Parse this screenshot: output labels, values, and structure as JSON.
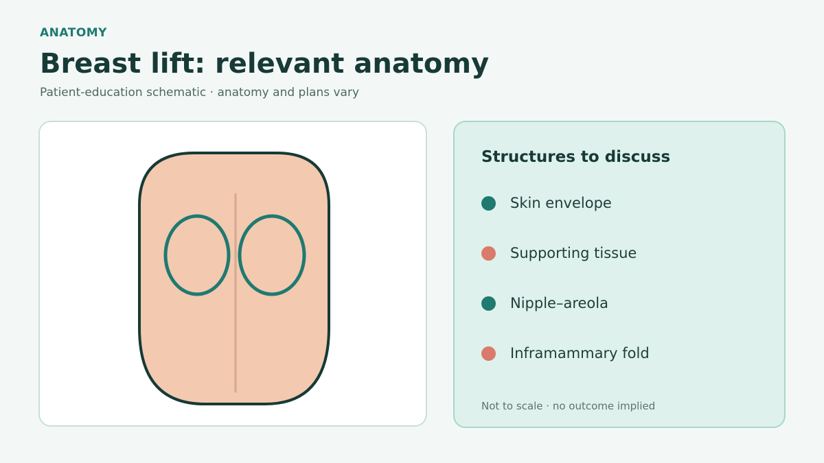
{
  "header": {
    "eyebrow": "ANATOMY",
    "title": "Breast lift: relevant anatomy",
    "subtitle": "Patient-education schematic · anatomy and plans vary"
  },
  "legend": {
    "title": "Structures to discuss",
    "items": [
      {
        "label": "Skin envelope",
        "color": "#1f7a70"
      },
      {
        "label": "Supporting tissue",
        "color": "#d97b6c"
      },
      {
        "label": "Nipple–areola",
        "color": "#1f7a70"
      },
      {
        "label": "Inframammary fold",
        "color": "#d97b6c"
      }
    ],
    "note": "Not to scale · no outcome implied"
  },
  "colors": {
    "accent": "#1f7a70",
    "coral": "#d97b6c",
    "skin": "#f3c9b0",
    "outline": "#173a36",
    "midline": "#d6a790"
  }
}
